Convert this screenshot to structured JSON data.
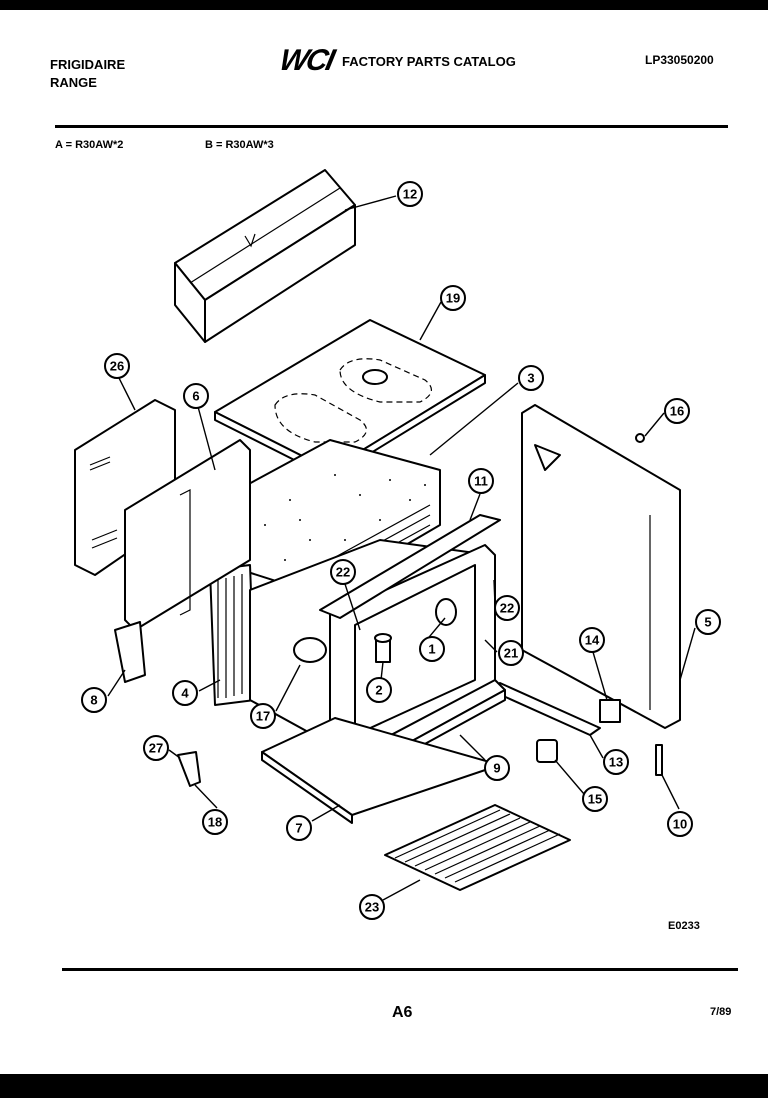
{
  "header": {
    "brand": "FRIGIDAIRE",
    "product": "RANGE",
    "logo_text": "WCI",
    "catalog_title": "FACTORY PARTS CATALOG",
    "model_number": "LP33050200"
  },
  "models": {
    "a": "A = R30AW*2",
    "b": "B = R30AW*3"
  },
  "diagram": {
    "figure_code": "E0233",
    "callouts": [
      "12",
      "19",
      "3",
      "26",
      "6",
      "16",
      "11",
      "22",
      "22",
      "1",
      "21",
      "5",
      "14",
      "8",
      "4",
      "17",
      "2",
      "27",
      "9",
      "13",
      "15",
      "10",
      "18",
      "7",
      "23"
    ]
  },
  "footer": {
    "page": "A6",
    "date": "7/89"
  }
}
